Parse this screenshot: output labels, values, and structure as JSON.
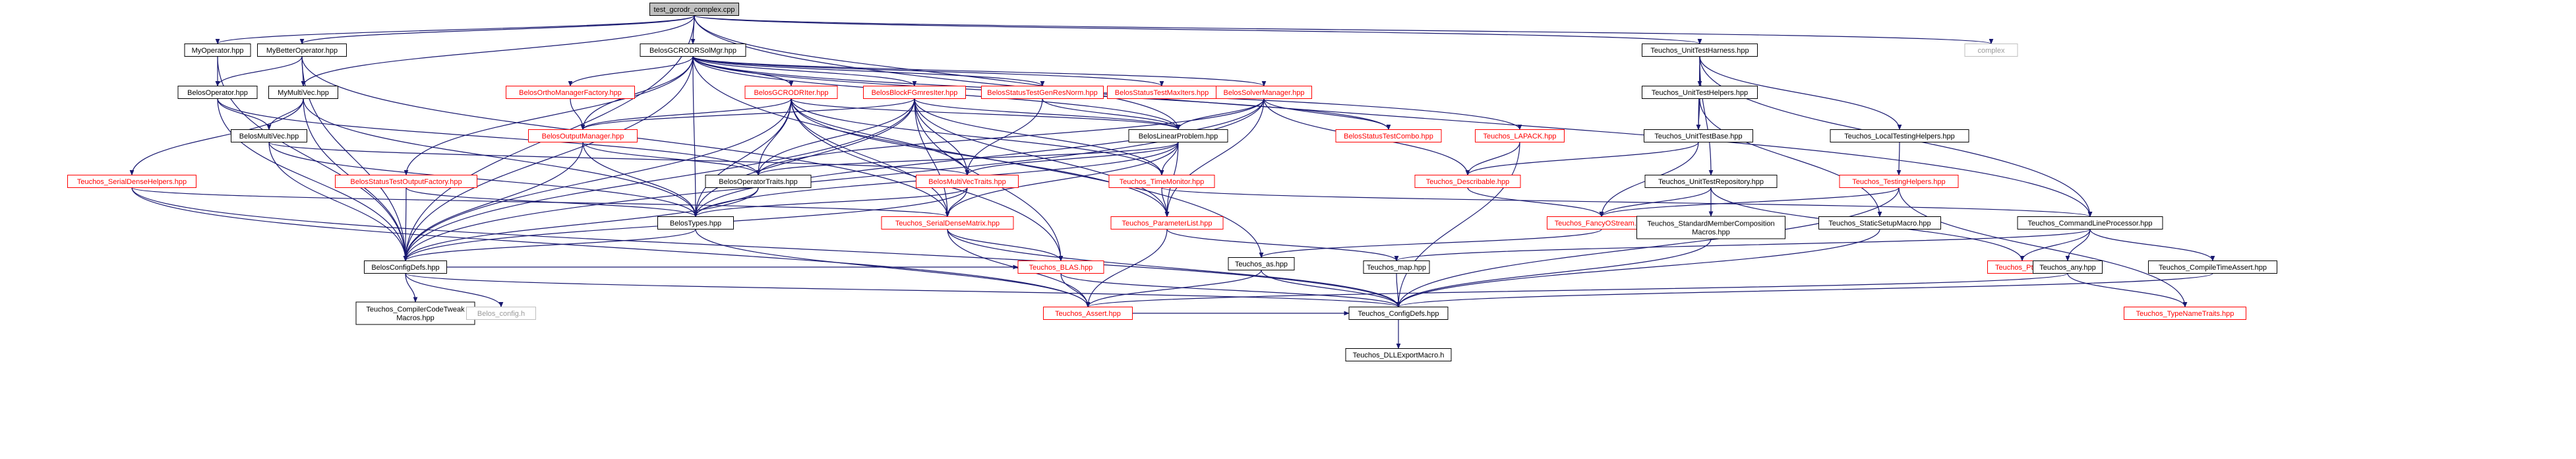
{
  "colors": {
    "edge": "#191970",
    "root_fill": "#bfbfbf",
    "normal_border": "#000000",
    "external_border": "#ff0000",
    "system_border": "#bfbfbf"
  },
  "legend": {
    "root": "file being documented (filled gray)",
    "normal": "header with documentation (black border)",
    "red": "header without documentation (red border, red text)",
    "gray": "system header (gray border, gray text)"
  },
  "nodes": {
    "root": {
      "lines": [
        "test_gcrodr_complex.cpp"
      ],
      "style": "root"
    },
    "myop": {
      "lines": [
        "MyOperator.hpp"
      ],
      "style": "normal"
    },
    "mybetter": {
      "lines": [
        "MyBetterOperator.hpp"
      ],
      "style": "normal"
    },
    "solmgr": {
      "lines": [
        "BelosGCRODRSolMgr.hpp"
      ],
      "style": "normal"
    },
    "harness": {
      "lines": [
        "Teuchos_UnitTestHarness.hpp"
      ],
      "style": "normal"
    },
    "complex": {
      "lines": [
        "complex"
      ],
      "style": "gray"
    },
    "belosop": {
      "lines": [
        "BelosOperator.hpp"
      ],
      "style": "normal"
    },
    "mymv": {
      "lines": [
        "MyMultiVec.hpp"
      ],
      "style": "normal"
    },
    "orthofac": {
      "lines": [
        "BelosOrthoManagerFactory.hpp"
      ],
      "style": "red"
    },
    "gcrodriter": {
      "lines": [
        "BelosGCRODRIter.hpp"
      ],
      "style": "red"
    },
    "bfgmres": {
      "lines": [
        "BelosBlockFGmresIter.hpp"
      ],
      "style": "red"
    },
    "genresnorm": {
      "lines": [
        "BelosStatusTestGenResNorm.hpp"
      ],
      "style": "red"
    },
    "maxiters": {
      "lines": [
        "BelosStatusTestMaxIters.hpp"
      ],
      "style": "red"
    },
    "solvermgr": {
      "lines": [
        "BelosSolverManager.hpp"
      ],
      "style": "red"
    },
    "lapack": {
      "lines": [
        "Teuchos_LAPACK.hpp"
      ],
      "style": "red"
    },
    "unithelpers": {
      "lines": [
        "Teuchos_UnitTestHelpers.hpp"
      ],
      "style": "normal"
    },
    "localhelpers": {
      "lines": [
        "Teuchos_LocalTestingHelpers.hpp"
      ],
      "style": "normal"
    },
    "belosmv": {
      "lines": [
        "BelosMultiVec.hpp"
      ],
      "style": "normal"
    },
    "outmgr": {
      "lines": [
        "BelosOutputManager.hpp"
      ],
      "style": "red"
    },
    "linprob": {
      "lines": [
        "BelosLinearProblem.hpp"
      ],
      "style": "normal"
    },
    "combo": {
      "lines": [
        "BelosStatusTestCombo.hpp"
      ],
      "style": "red"
    },
    "unitbase": {
      "lines": [
        "Teuchos_UnitTestBase.hpp"
      ],
      "style": "normal"
    },
    "testhelpers": {
      "lines": [
        "Teuchos_TestingHelpers.hpp"
      ],
      "style": "red"
    },
    "sdhelpers": {
      "lines": [
        "Teuchos_SerialDenseHelpers.hpp"
      ],
      "style": "red"
    },
    "outfac": {
      "lines": [
        "BelosStatusTestOutputFactory.hpp"
      ],
      "style": "red"
    },
    "optraits": {
      "lines": [
        "BelosOperatorTraits.hpp"
      ],
      "style": "normal"
    },
    "mvtraits": {
      "lines": [
        "BelosMultiVecTraits.hpp"
      ],
      "style": "red"
    },
    "timemon": {
      "lines": [
        "Teuchos_TimeMonitor.hpp"
      ],
      "style": "red"
    },
    "describable": {
      "lines": [
        "Teuchos_Describable.hpp"
      ],
      "style": "red"
    },
    "unitrepo": {
      "lines": [
        "Teuchos_UnitTestRepository.hpp"
      ],
      "style": "normal"
    },
    "fancy": {
      "lines": [
        "Teuchos_FancyOStream.hpp"
      ],
      "style": "red"
    },
    "stdmember": {
      "lines": [
        "Teuchos_StandardMemberComposition",
        "Macros.hpp"
      ],
      "style": "normal"
    },
    "staticsetup": {
      "lines": [
        "Teuchos_StaticSetupMacro.hpp"
      ],
      "style": "normal"
    },
    "cmdline": {
      "lines": [
        "Teuchos_CommandLineProcessor.hpp"
      ],
      "style": "normal"
    },
    "belostypes": {
      "lines": [
        "BelosTypes.hpp"
      ],
      "style": "normal"
    },
    "sdmatrix": {
      "lines": [
        "Teuchos_SerialDenseMatrix.hpp"
      ],
      "style": "red"
    },
    "paramlist": {
      "lines": [
        "Teuchos_ParameterList.hpp"
      ],
      "style": "red"
    },
    "as": {
      "lines": [
        "Teuchos_as.hpp"
      ],
      "style": "normal"
    },
    "configdefs": {
      "lines": [
        "BelosConfigDefs.hpp"
      ],
      "style": "normal"
    },
    "blas": {
      "lines": [
        "Teuchos_BLAS.hpp"
      ],
      "style": "red"
    },
    "map": {
      "lines": [
        "Teuchos_map.hpp"
      ],
      "style": "normal"
    },
    "ptr": {
      "lines": [
        "Teuchos_Ptr.hpp"
      ],
      "style": "red"
    },
    "any": {
      "lines": [
        "Teuchos_any.hpp"
      ],
      "style": "normal"
    },
    "compiletime": {
      "lines": [
        "Teuchos_CompileTimeAssert.hpp"
      ],
      "style": "normal"
    },
    "compilercode": {
      "lines": [
        "Teuchos_CompilerCodeTweak",
        "Macros.hpp"
      ],
      "style": "normal"
    },
    "belosconfig": {
      "lines": [
        "Belos_config.h"
      ],
      "style": "gray"
    },
    "assert": {
      "lines": [
        "Teuchos_Assert.hpp"
      ],
      "style": "red"
    },
    "tconfigdefs": {
      "lines": [
        "Teuchos_ConfigDefs.hpp"
      ],
      "style": "normal"
    },
    "typename": {
      "lines": [
        "Teuchos_TypeNameTraits.hpp"
      ],
      "style": "red"
    },
    "dllexport": {
      "lines": [
        "Teuchos_DLLExportMacro.h"
      ],
      "style": "normal"
    }
  },
  "edges": [
    [
      "root",
      "myop"
    ],
    [
      "root",
      "mybetter"
    ],
    [
      "root",
      "solmgr"
    ],
    [
      "root",
      "harness"
    ],
    [
      "root",
      "complex"
    ],
    [
      "root",
      "configdefs"
    ],
    [
      "root",
      "mymv"
    ],
    [
      "root",
      "cmdline"
    ],
    [
      "root",
      "linprob"
    ],
    [
      "myop",
      "belosop"
    ],
    [
      "myop",
      "configdefs"
    ],
    [
      "mybetter",
      "belosop"
    ],
    [
      "mybetter",
      "mymv"
    ],
    [
      "mybetter",
      "configdefs"
    ],
    [
      "mybetter",
      "sdmatrix"
    ],
    [
      "belosop",
      "belosmv"
    ],
    [
      "belosop",
      "configdefs"
    ],
    [
      "belosop",
      "optraits"
    ],
    [
      "mymv",
      "belosmv"
    ],
    [
      "mymv",
      "sdhelpers"
    ],
    [
      "mymv",
      "configdefs"
    ],
    [
      "mymv",
      "belostypes"
    ],
    [
      "belosmv",
      "mvtraits"
    ],
    [
      "belosmv",
      "configdefs"
    ],
    [
      "belosmv",
      "belostypes"
    ],
    [
      "solmgr",
      "orthofac"
    ],
    [
      "solmgr",
      "gcrodriter"
    ],
    [
      "solmgr",
      "bfgmres"
    ],
    [
      "solmgr",
      "genresnorm"
    ],
    [
      "solmgr",
      "maxiters"
    ],
    [
      "solmgr",
      "solvermgr"
    ],
    [
      "solmgr",
      "lapack"
    ],
    [
      "solmgr",
      "outmgr"
    ],
    [
      "solmgr",
      "linprob"
    ],
    [
      "solmgr",
      "combo"
    ],
    [
      "solmgr",
      "outfac"
    ],
    [
      "solmgr",
      "as"
    ],
    [
      "solmgr",
      "configdefs"
    ],
    [
      "solmgr",
      "belostypes"
    ],
    [
      "orthofac",
      "outmgr"
    ],
    [
      "gcrodriter",
      "outmgr"
    ],
    [
      "gcrodriter",
      "linprob"
    ],
    [
      "gcrodriter",
      "optraits"
    ],
    [
      "gcrodriter",
      "mvtraits"
    ],
    [
      "gcrodriter",
      "belostypes"
    ],
    [
      "gcrodriter",
      "sdmatrix"
    ],
    [
      "gcrodriter",
      "blas"
    ],
    [
      "gcrodriter",
      "configdefs"
    ],
    [
      "gcrodriter",
      "timemon"
    ],
    [
      "gcrodriter",
      "paramlist"
    ],
    [
      "bfgmres",
      "outmgr"
    ],
    [
      "bfgmres",
      "linprob"
    ],
    [
      "bfgmres",
      "optraits"
    ],
    [
      "bfgmres",
      "mvtraits"
    ],
    [
      "bfgmres",
      "belostypes"
    ],
    [
      "bfgmres",
      "sdmatrix"
    ],
    [
      "bfgmres",
      "blas"
    ],
    [
      "bfgmres",
      "configdefs"
    ],
    [
      "bfgmres",
      "timemon"
    ],
    [
      "bfgmres",
      "paramlist"
    ],
    [
      "genresnorm",
      "mvtraits"
    ],
    [
      "genresnorm",
      "linprob"
    ],
    [
      "solvermgr",
      "linprob"
    ],
    [
      "solvermgr",
      "combo"
    ],
    [
      "solvermgr",
      "describable"
    ],
    [
      "solvermgr",
      "paramlist"
    ],
    [
      "solvermgr",
      "belostypes"
    ],
    [
      "solvermgr",
      "configdefs"
    ],
    [
      "solvermgr",
      "optraits"
    ],
    [
      "lapack",
      "describable"
    ],
    [
      "lapack",
      "tconfigdefs"
    ],
    [
      "outmgr",
      "belostypes"
    ],
    [
      "outmgr",
      "configdefs"
    ],
    [
      "outmgr",
      "optraits"
    ],
    [
      "linprob",
      "optraits"
    ],
    [
      "linprob",
      "mvtraits"
    ],
    [
      "linprob",
      "timemon"
    ],
    [
      "linprob",
      "paramlist"
    ],
    [
      "linprob",
      "sdmatrix"
    ],
    [
      "linprob",
      "belostypes"
    ],
    [
      "outfac",
      "configdefs"
    ],
    [
      "outfac",
      "belostypes"
    ],
    [
      "sdhelpers",
      "sdmatrix"
    ],
    [
      "sdhelpers",
      "tconfigdefs"
    ],
    [
      "sdhelpers",
      "assert"
    ],
    [
      "optraits",
      "belostypes"
    ],
    [
      "optraits",
      "configdefs"
    ],
    [
      "mvtraits",
      "belostypes"
    ],
    [
      "mvtraits",
      "sdmatrix"
    ],
    [
      "mvtraits",
      "configdefs"
    ],
    [
      "timemon",
      "paramlist"
    ],
    [
      "timemon",
      "cmdline"
    ],
    [
      "belostypes",
      "configdefs"
    ],
    [
      "belostypes",
      "assert"
    ],
    [
      "sdmatrix",
      "blas"
    ],
    [
      "sdmatrix",
      "assert"
    ],
    [
      "sdmatrix",
      "tconfigdefs"
    ],
    [
      "paramlist",
      "assert"
    ],
    [
      "paramlist",
      "map"
    ],
    [
      "harness",
      "unithelpers"
    ],
    [
      "harness",
      "localhelpers"
    ],
    [
      "harness",
      "unitrepo"
    ],
    [
      "harness",
      "cmdline"
    ],
    [
      "harness",
      "unitbase"
    ],
    [
      "unithelpers",
      "unitbase"
    ],
    [
      "unithelpers",
      "staticsetup"
    ],
    [
      "localhelpers",
      "testhelpers"
    ],
    [
      "unitbase",
      "describable"
    ],
    [
      "unitbase",
      "fancy"
    ],
    [
      "testhelpers",
      "fancy"
    ],
    [
      "testhelpers",
      "tconfigdefs"
    ],
    [
      "testhelpers",
      "typename"
    ],
    [
      "describable",
      "fancy"
    ],
    [
      "unitrepo",
      "fancy"
    ],
    [
      "unitrepo",
      "stdmember"
    ],
    [
      "unitrepo",
      "ptr"
    ],
    [
      "fancy",
      "as"
    ],
    [
      "stdmember",
      "tconfigdefs"
    ],
    [
      "staticsetup",
      "tconfigdefs"
    ],
    [
      "cmdline",
      "map"
    ],
    [
      "cmdline",
      "ptr"
    ],
    [
      "cmdline",
      "any"
    ],
    [
      "cmdline",
      "compiletime"
    ],
    [
      "as",
      "assert"
    ],
    [
      "as",
      "tconfigdefs"
    ],
    [
      "configdefs",
      "compilercode"
    ],
    [
      "configdefs",
      "belosconfig"
    ],
    [
      "configdefs",
      "tconfigdefs"
    ],
    [
      "configdefs",
      "blas"
    ],
    [
      "blas",
      "assert"
    ],
    [
      "blas",
      "tconfigdefs"
    ],
    [
      "map",
      "tconfigdefs"
    ],
    [
      "any",
      "assert"
    ],
    [
      "any",
      "typename"
    ],
    [
      "compiletime",
      "tconfigdefs"
    ],
    [
      "tconfigdefs",
      "dllexport"
    ],
    [
      "assert",
      "tconfigdefs"
    ]
  ]
}
